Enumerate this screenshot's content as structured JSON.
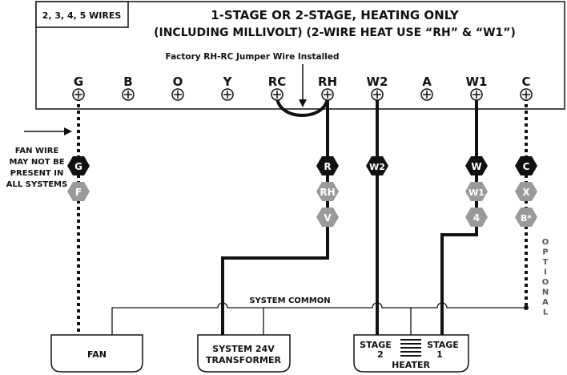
{
  "header": {
    "wires_label": "2, 3, 4, 5 WIRES",
    "title_line1": "1-STAGE OR 2-STAGE, HEATING ONLY",
    "title_line2": "(INCLUDING MILLIVOLT)  (2-WIRE HEAT USE “RH” & “W1”)",
    "jumper_note": "Factory RH-RC Jumper Wire Installed"
  },
  "terminals": [
    "G",
    "B",
    "O",
    "Y",
    "RC",
    "RH",
    "W2",
    "A",
    "W1",
    "C"
  ],
  "wire_tags": {
    "G": {
      "primary": "G",
      "alternates": [
        "F"
      ]
    },
    "RH": {
      "primary": "R",
      "alternates": [
        "RH",
        "V"
      ]
    },
    "W2": {
      "primary": "W2",
      "alternates": []
    },
    "W1": {
      "primary": "W",
      "alternates": [
        "W1",
        "4"
      ]
    },
    "C": {
      "primary": "C",
      "alternates": [
        "X",
        "B*"
      ]
    }
  },
  "fan_note": [
    "FAN WIRE",
    "MAY NOT BE",
    "PRESENT IN",
    "ALL SYSTEMS"
  ],
  "optional_label": "OPTIONAL",
  "system_common_label": "SYSTEM COMMON",
  "equipment": {
    "fan": "FAN",
    "transformer_line1": "SYSTEM 24V",
    "transformer_line2": "TRANSFORMER",
    "heater": "HEATER",
    "stage2_line1": "STAGE",
    "stage2_line2": "2",
    "stage1_line1": "STAGE",
    "stage1_line2": "1"
  },
  "colors": {
    "line": "#111111",
    "hex_dark": "#111111",
    "hex_gray": "#9a9a9a"
  }
}
